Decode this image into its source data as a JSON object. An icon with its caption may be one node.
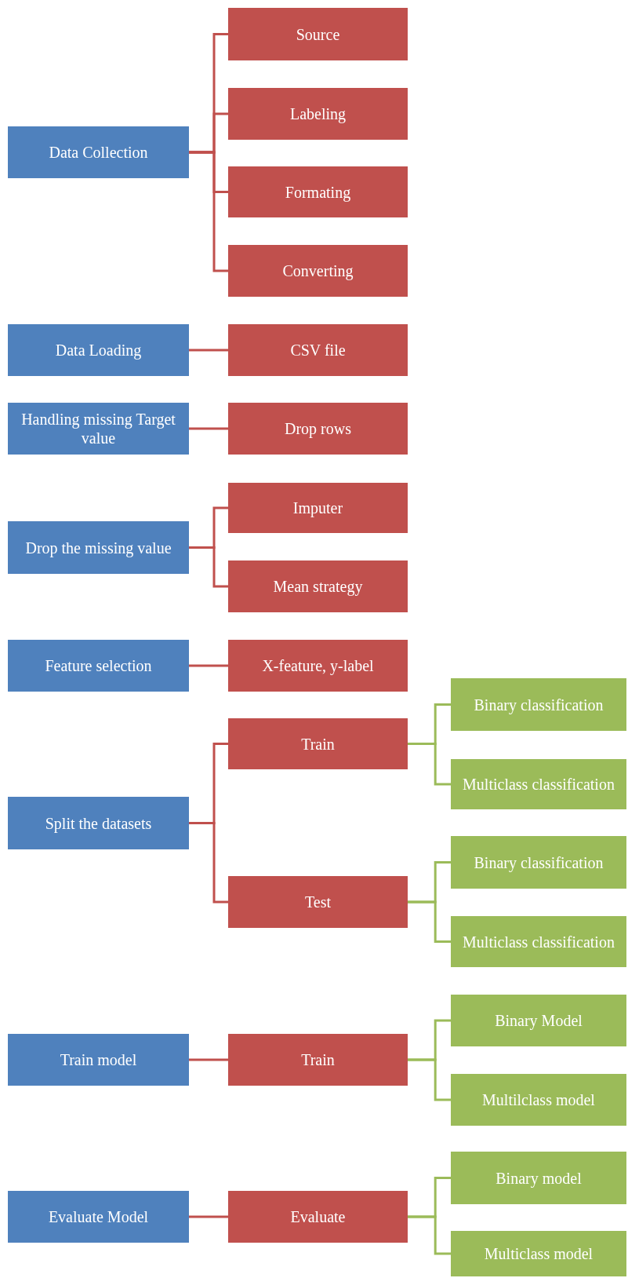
{
  "diagram": {
    "nodes": [
      {
        "text": [
          "Data Collection"
        ]
      },
      {
        "text": [
          "Source"
        ]
      },
      {
        "text": [
          "Labeling"
        ]
      },
      {
        "text": [
          "Formating"
        ]
      },
      {
        "text": [
          "Converting"
        ]
      },
      {
        "text": [
          "Data Loading"
        ]
      },
      {
        "text": [
          "CSV file"
        ]
      },
      {
        "text": [
          "Handling missing Target value"
        ]
      },
      {
        "text": [
          "Drop rows"
        ]
      },
      {
        "text": [
          "Drop the missing value"
        ]
      },
      {
        "text": [
          "Imputer"
        ]
      },
      {
        "text": [
          "Mean strategy"
        ]
      },
      {
        "text": [
          "Feature selection"
        ]
      },
      {
        "text": [
          "X-feature, y-label"
        ]
      },
      {
        "text": [
          "Split the datasets"
        ]
      },
      {
        "text": [
          "Train"
        ]
      },
      {
        "text": [
          "Binary classification"
        ]
      },
      {
        "text": [
          "Multiclass classification"
        ]
      },
      {
        "text": [
          "Test"
        ]
      },
      {
        "text": [
          "Binary classification"
        ]
      },
      {
        "text": [
          "Multiclass classification"
        ]
      },
      {
        "text": [
          "Train model"
        ]
      },
      {
        "text": [
          "Train"
        ]
      },
      {
        "text": [
          "Binary Model"
        ]
      },
      {
        "text": [
          "Multilclass model"
        ]
      },
      {
        "text": [
          "Evaluate Model"
        ]
      },
      {
        "text": [
          "Evaluate"
        ]
      },
      {
        "text": [
          "Binary model"
        ]
      },
      {
        "text": [
          "Multiclass model"
        ]
      }
    ],
    "edges": [
      {
        "from": 0,
        "to": 1,
        "arrow": "none"
      },
      {
        "from": 0,
        "to": 2,
        "arrow": "none"
      },
      {
        "from": 0,
        "to": 3,
        "arrow": "none"
      },
      {
        "from": 0,
        "to": 4,
        "arrow": "none"
      },
      {
        "from": 5,
        "to": 6,
        "arrow": "none"
      },
      {
        "from": 7,
        "to": 8,
        "arrow": "none"
      },
      {
        "from": 9,
        "to": 10,
        "arrow": "none"
      },
      {
        "from": 9,
        "to": 11,
        "arrow": "none"
      },
      {
        "from": 12,
        "to": 13,
        "arrow": "none"
      },
      {
        "from": 14,
        "to": 15,
        "arrow": "none"
      },
      {
        "from": 14,
        "to": 18,
        "arrow": "none"
      },
      {
        "from": 15,
        "to": 16,
        "arrow": "none",
        "color": "#9bbb59"
      },
      {
        "from": 15,
        "to": 17,
        "arrow": "none",
        "color": "#9bbb59"
      },
      {
        "from": 18,
        "to": 19,
        "arrow": "none",
        "color": "#9bbb59"
      },
      {
        "from": 18,
        "to": 20,
        "arrow": "none",
        "color": "#9bbb59"
      },
      {
        "from": 21,
        "to": 22,
        "arrow": "none"
      },
      {
        "from": 22,
        "to": 23,
        "arrow": "none",
        "color": "#9bbb59"
      },
      {
        "from": 22,
        "to": 24,
        "arrow": "none",
        "color": "#9bbb59"
      },
      {
        "from": 25,
        "to": 26,
        "arrow": "none"
      },
      {
        "from": 26,
        "to": 27,
        "arrow": "none",
        "color": "#9bbb59"
      },
      {
        "from": 26,
        "to": 28,
        "arrow": "none",
        "color": "#9bbb59"
      }
    ]
  }
}
